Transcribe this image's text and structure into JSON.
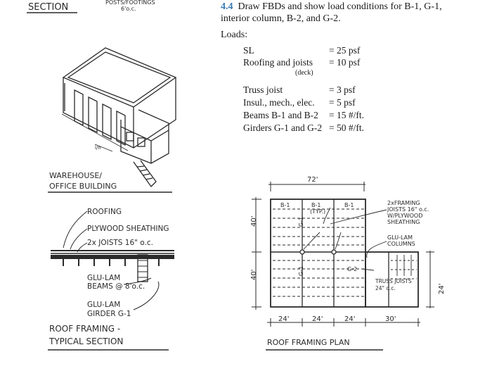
{
  "problem": {
    "number": "4.4",
    "line1": "Draw FBDs and show load conditions for B-1, G-1,",
    "line2": "interior column, B-2, and G-2.",
    "loads_heading": "Loads:"
  },
  "loads": [
    {
      "label": "SL",
      "value": "= 25 psf"
    },
    {
      "label": "Roofing and joists",
      "value": "= 10 psf",
      "note": "(deck)"
    },
    {
      "label": "Truss joist",
      "value": "=   3 psf"
    },
    {
      "label": "Insul., mech., elec.",
      "value": "=   5 psf"
    },
    {
      "label": "Beams B-1 and B-2",
      "value": "= 15 #/ft."
    },
    {
      "label": "Girders G-1 and G-2",
      "value": "= 50 #/ft."
    }
  ],
  "sketch": {
    "section_label": "SECTION",
    "posts_note1": "POSTS/FOOTINGS",
    "posts_note2": "6'o.c.",
    "iso_dim": "l/n",
    "warehouse_line1": "WAREHOUSE/",
    "warehouse_line2": "OFFICE BUILDING",
    "roofing": "ROOFING",
    "plywood": "PLYWOOD SHEATHING",
    "joists": "2x JOISTS 16\" o.c.",
    "beams1": "GLU-LAM",
    "beams2": "BEAMS @ 8'o.c.",
    "girder1": "GLU-LAM",
    "girder2": "GIRDER G-1",
    "roof_framing1": "ROOF FRAMING -",
    "roof_framing2": "TYPICAL SECTION"
  },
  "plan": {
    "dim_top": "72'",
    "b1": "B-1",
    "typ": "(TYP.)",
    "g1": "G-1",
    "g2": "G-2",
    "dim_left": "40'",
    "dim_right": "24'",
    "dim_24": "24'",
    "dim_30": "30'",
    "framing1": "2xFRAMING",
    "framing2": "JOISTS 16\" o.c.",
    "framing3": "W/PLYWOOD",
    "framing4": "SHEATHING",
    "columns1": "GLU-LAM",
    "columns2": "COLUMNS",
    "truss1": "TRUSS JOISTS",
    "truss2": "24\" o.c.",
    "title": "ROOF FRAMING PLAN"
  }
}
